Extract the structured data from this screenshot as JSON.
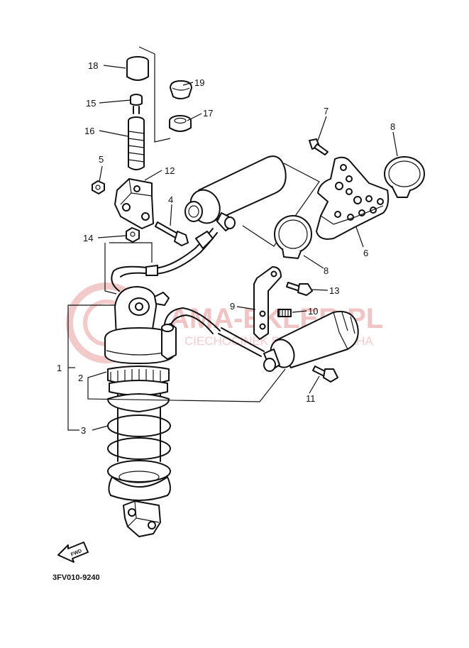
{
  "watermark": {
    "main": "AMA-EKLER.PL",
    "sub": "CIECHOCINEK DEALER YAMAHA",
    "color": "#f0c4c4"
  },
  "callouts": [
    {
      "id": "1",
      "text": "1"
    },
    {
      "id": "2",
      "text": "2"
    },
    {
      "id": "3",
      "text": "3"
    },
    {
      "id": "4",
      "text": "4"
    },
    {
      "id": "5",
      "text": "5"
    },
    {
      "id": "6",
      "text": "6"
    },
    {
      "id": "7",
      "text": "7"
    },
    {
      "id": "8a",
      "text": "8"
    },
    {
      "id": "8b",
      "text": "8"
    },
    {
      "id": "9",
      "text": "9"
    },
    {
      "id": "10",
      "text": "10"
    },
    {
      "id": "11",
      "text": "11"
    },
    {
      "id": "12",
      "text": "12"
    },
    {
      "id": "13",
      "text": "13"
    },
    {
      "id": "14",
      "text": "14"
    },
    {
      "id": "15",
      "text": "15"
    },
    {
      "id": "16",
      "text": "16"
    },
    {
      "id": "17",
      "text": "17"
    },
    {
      "id": "18",
      "text": "18"
    },
    {
      "id": "19",
      "text": "19"
    }
  ],
  "fwd_label": "FWD",
  "diagram_code": "3FV010-9240"
}
